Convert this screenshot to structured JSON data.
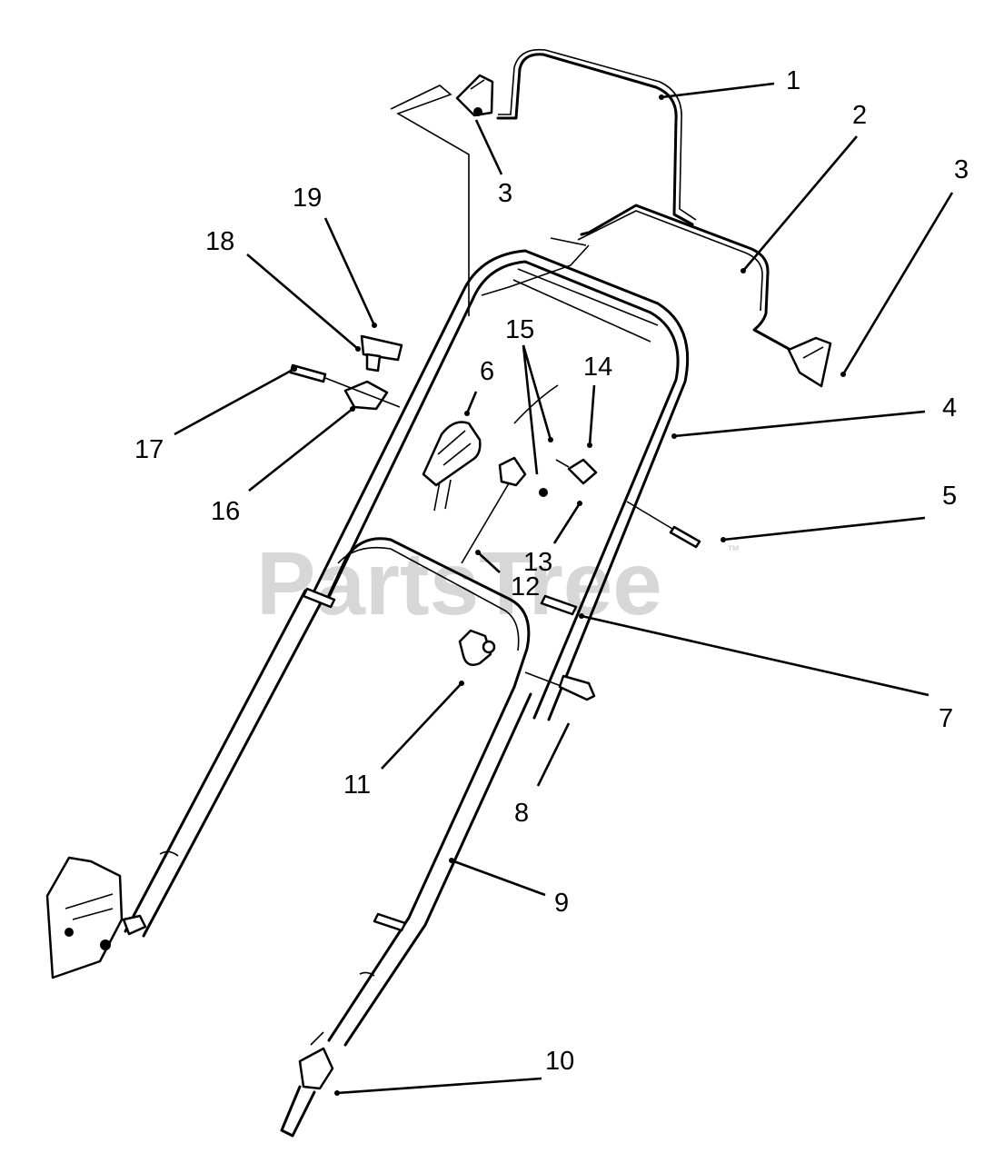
{
  "watermark": {
    "text": "PartsTree",
    "trademark": "™"
  },
  "callouts": {
    "c1": "1",
    "c2": "2",
    "c3a": "3",
    "c3b": "3",
    "c4": "4",
    "c5": "5",
    "c6": "6",
    "c7": "7",
    "c8": "8",
    "c9": "9",
    "c10": "10",
    "c11": "11",
    "c12": "12",
    "c13": "13",
    "c14": "14",
    "c15": "15",
    "c16": "16",
    "c17": "17",
    "c18": "18",
    "c19": "19"
  }
}
